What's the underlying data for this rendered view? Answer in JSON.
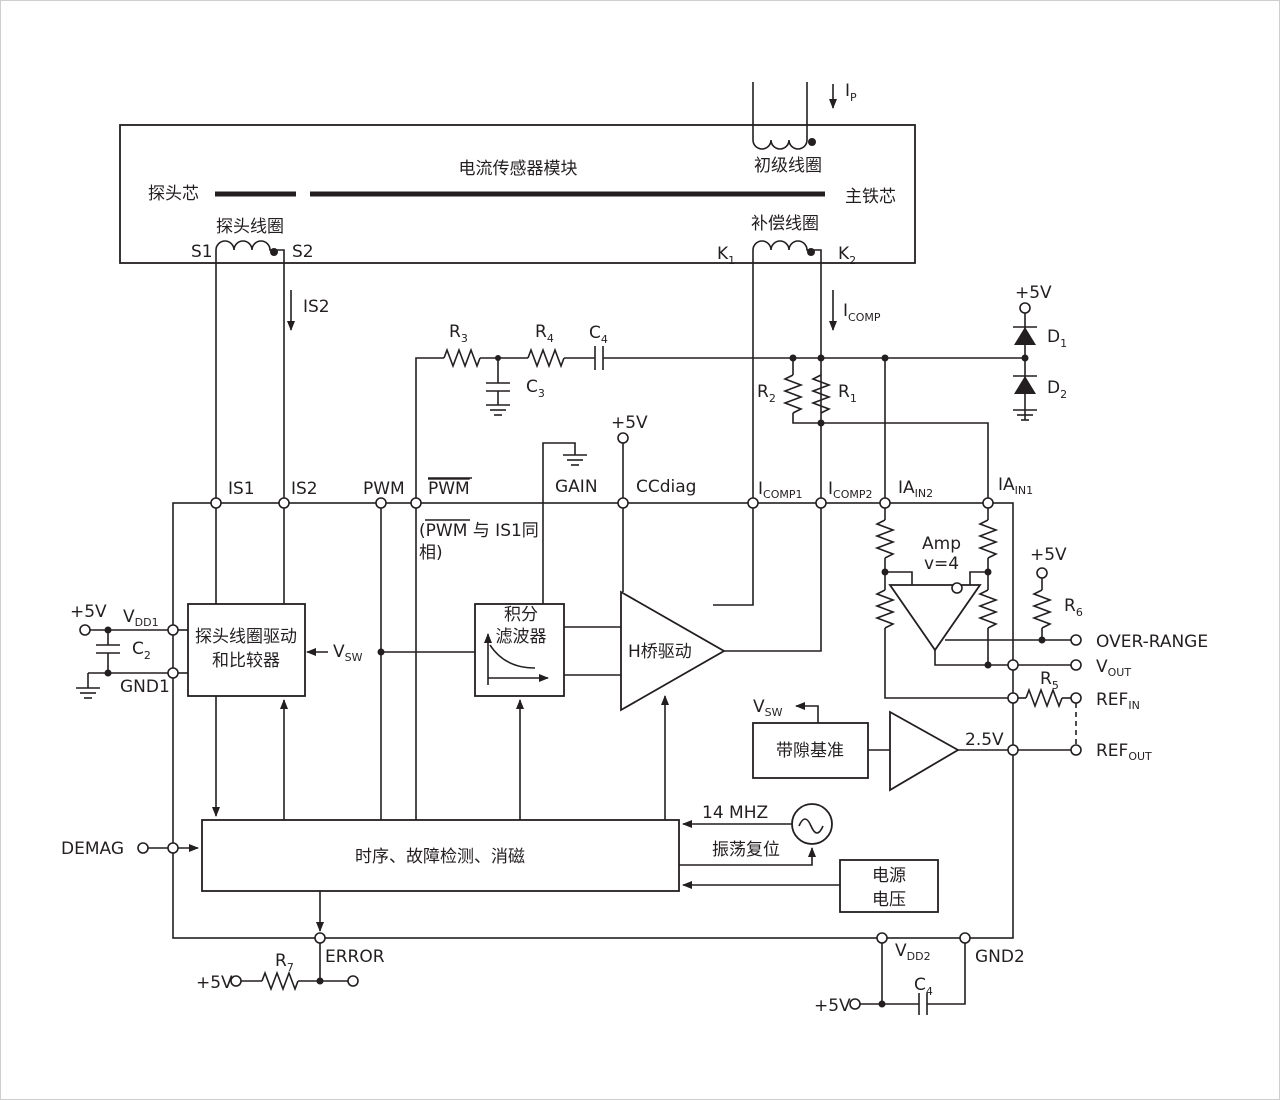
{
  "current_arrow": {
    "ip": "I",
    "ip_sub": "P",
    "is2": "IS2",
    "icomp": "I",
    "icomp_sub": "COMP"
  },
  "module": {
    "title": "电流传感器模块",
    "primary_coil": "初级线圈",
    "probe_core": "探头芯",
    "main_core": "主铁芯",
    "probe_coil": "探头线圈",
    "comp_coil": "补偿线圈",
    "s1": "S1",
    "s2": "S2",
    "k1": "K",
    "k1_sub": "1",
    "k2": "K",
    "k2_sub": "2"
  },
  "pins": {
    "is1": "IS1",
    "is2": "IS2",
    "pwm": "PWM",
    "pwm_bar": "PWM",
    "pwm_note_a": "PWM",
    "pwm_note_b": " 与 IS1同",
    "pwm_note_c": "相)",
    "pwm_note_paren": "(",
    "gain": "GAIN",
    "ccdiag": "CCdiag",
    "icomp1": "I",
    "icomp1_sub": "COMP1",
    "icomp2": "I",
    "icomp2_sub": "COMP2",
    "iain2": "IA",
    "iain2_sub": "IN2",
    "iain1": "IA",
    "iain1_sub": "IN1",
    "vdd1": "V",
    "vdd1_sub": "DD1",
    "gnd1": "GND1",
    "demag": "DEMAG",
    "error": "ERROR",
    "vdd2": "V",
    "vdd2_sub": "DD2",
    "gnd2": "GND2",
    "over_range": "OVER-RANGE",
    "vout": "V",
    "vout_sub": "OUT",
    "refin": "REF",
    "refin_sub": "IN",
    "refout": "REF",
    "refout_sub": "OUT"
  },
  "components": {
    "r1": "R",
    "r1_sub": "1",
    "r2": "R",
    "r2_sub": "2",
    "r3": "R",
    "r3_sub": "3",
    "r4": "R",
    "r4_sub": "4",
    "r5": "R",
    "r5_sub": "5",
    "r6": "R",
    "r6_sub": "6",
    "r7": "R",
    "r7_sub": "7",
    "c2": "C",
    "c2_sub": "2",
    "c3": "C",
    "c3_sub": "3",
    "c4": "C",
    "c4_sub": "4",
    "c4b": "C",
    "c4b_sub": "4",
    "d1": "D",
    "d1_sub": "1",
    "d2": "D",
    "d2_sub": "2"
  },
  "supplies": {
    "p5v_d": "+5V",
    "p5v_cc": "+5V",
    "p5v_r6": "+5V",
    "p5v_vdd1": "+5V",
    "p5v_r7": "+5V",
    "p5v_vdd2": "+5V",
    "v25": "2.5V"
  },
  "blocks": {
    "probe_drive_a": "探头线圈驱动",
    "probe_drive_b": "和比较器",
    "vsw": "V",
    "vsw_sub": "SW",
    "integ_a": "积分",
    "integ_b": "滤波器",
    "hbridge": "H桥驱动",
    "amp_a": "Amp",
    "amp_b": "v=4",
    "bandgap": "带隙基准",
    "vsw2": "V",
    "vsw2_sub": "SW",
    "timing": "时序、故障检测、消磁",
    "osc_freq": "14 MHZ",
    "osc_reset": "振荡复位",
    "psu_a": "电源",
    "psu_b": "电压"
  }
}
